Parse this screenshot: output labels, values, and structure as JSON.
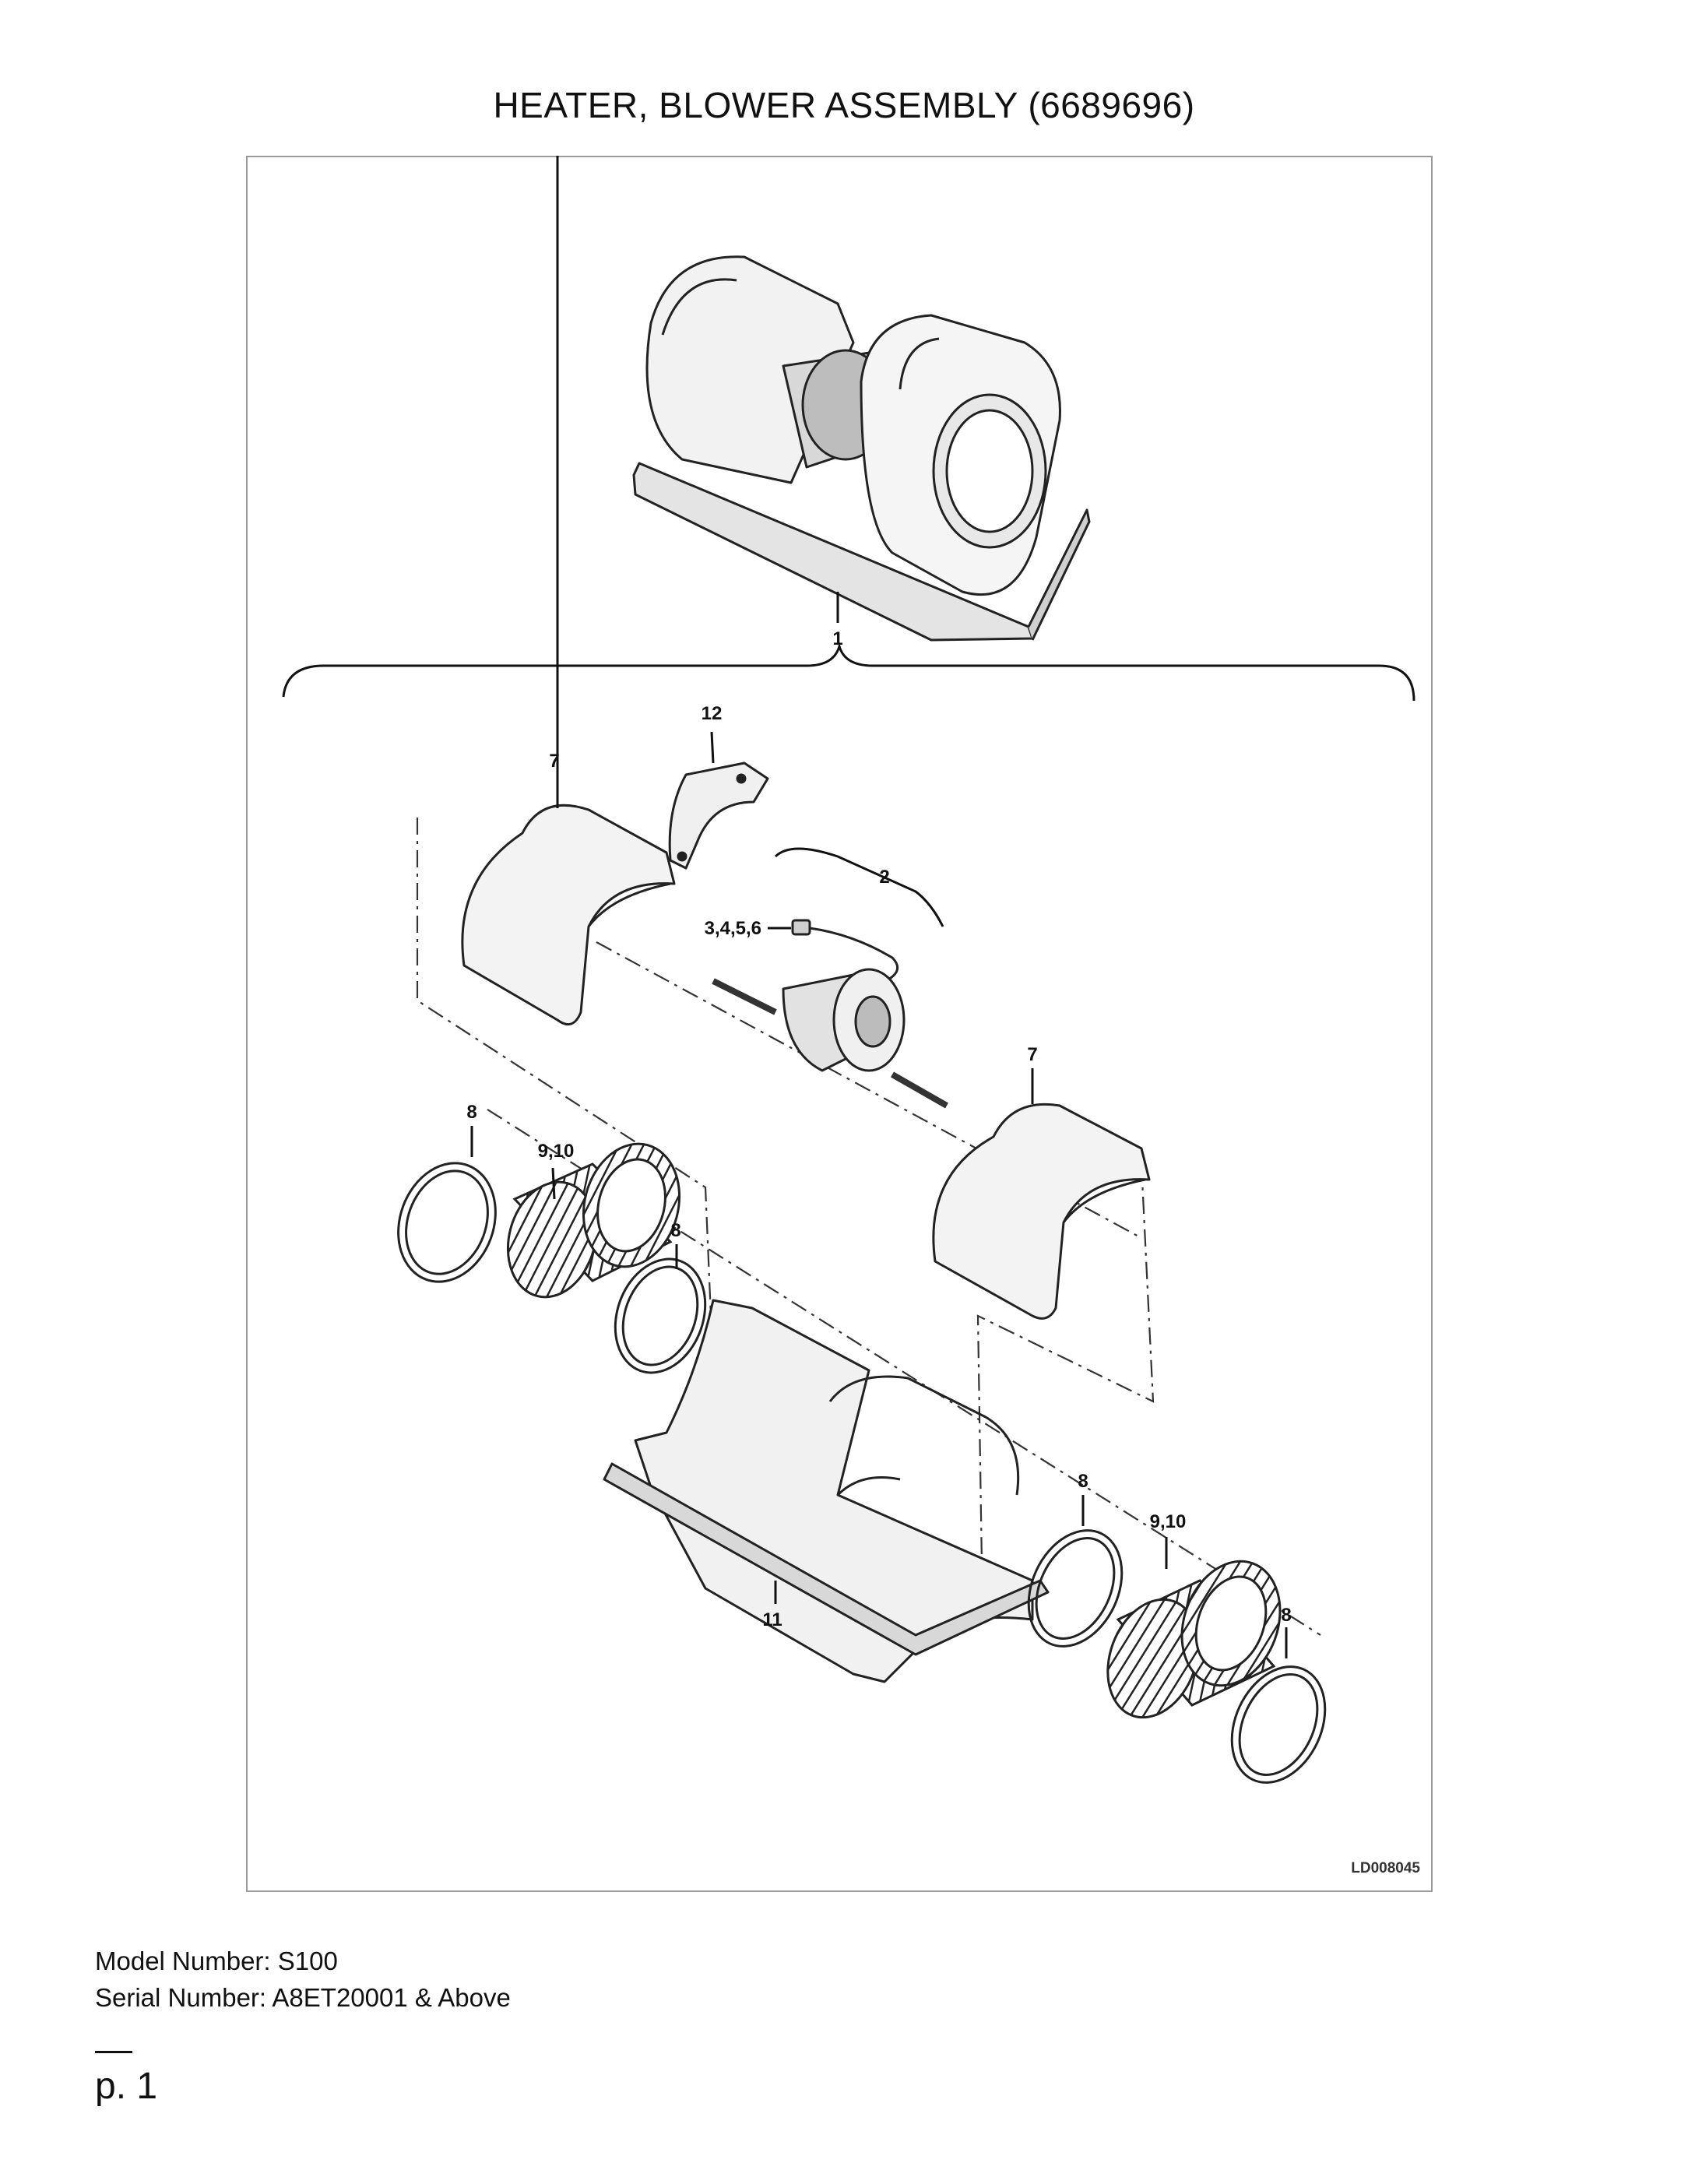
{
  "title": "HEATER, BLOWER ASSEMBLY (6689696)",
  "callouts": {
    "assembly": "1",
    "motor_group": "2",
    "motor_parts": "3,4,5,6",
    "housing_left": "7",
    "housing_right": "7",
    "ring_1": "8",
    "ring_2": "8",
    "ring_3": "8",
    "ring_4": "8",
    "wheel_left": "9,10",
    "wheel_right": "9,10",
    "base": "11",
    "clamp": "12"
  },
  "drawing_id": "LD008045",
  "model_line": "Model Number: S100",
  "serial_line": "Serial Number: A8ET20001 & Above",
  "page_label": "p. 1"
}
